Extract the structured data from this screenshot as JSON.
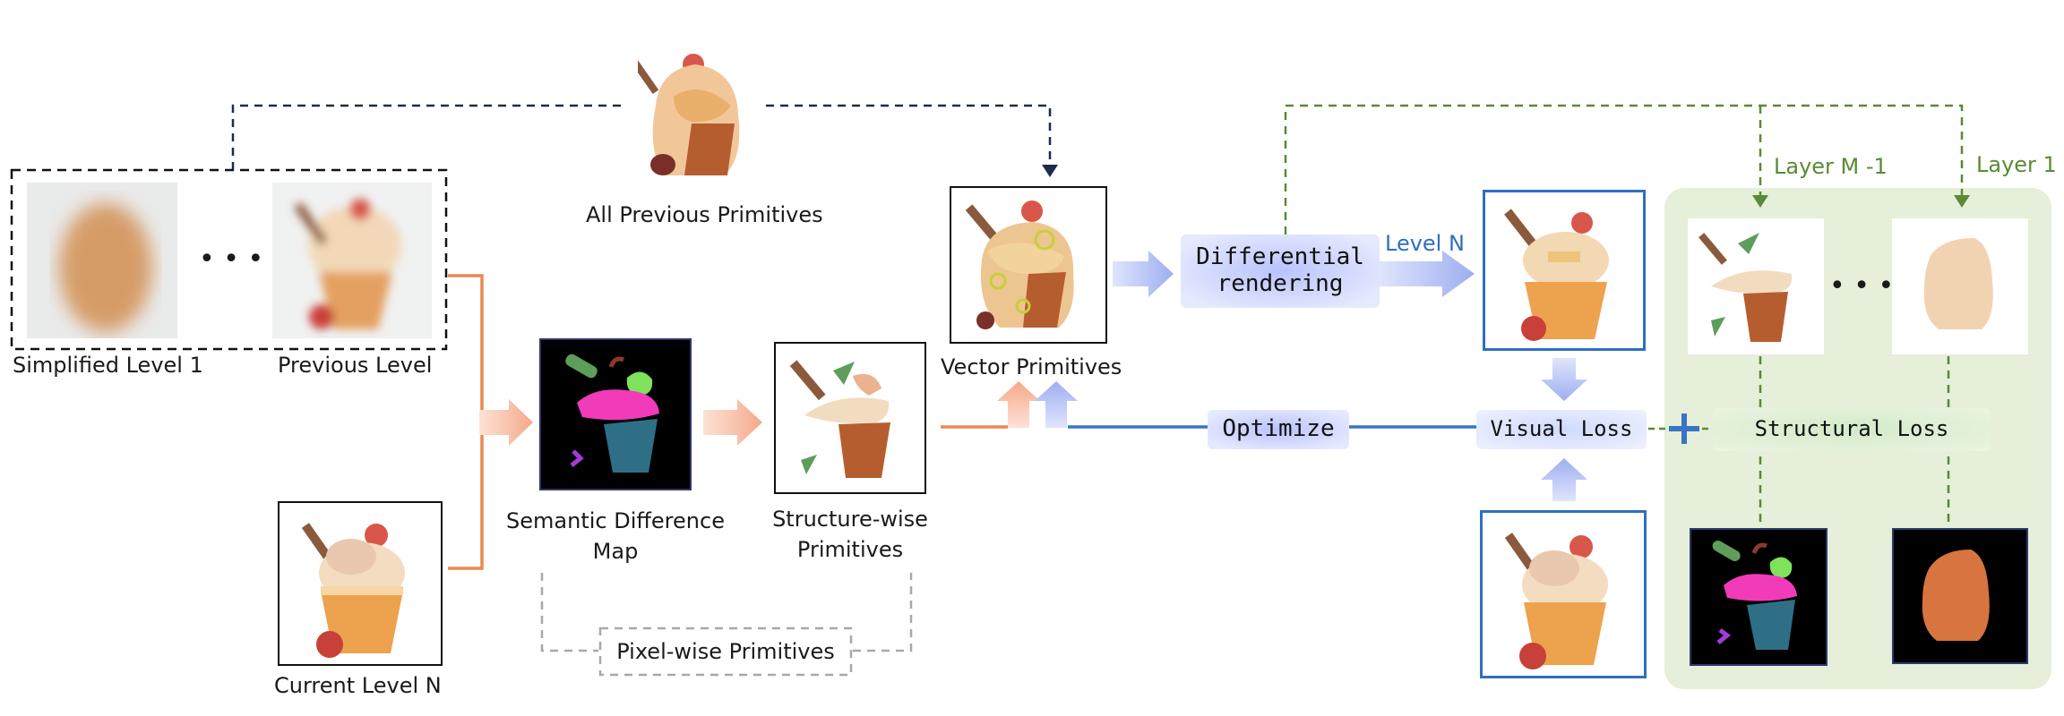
{
  "labels": {
    "simplified_level_1": "Simplified Level 1",
    "previous_level": "Previous Level",
    "current_level_n": "Current Level N",
    "all_previous_primitives": "All Previous Primitives",
    "semantic_difference_map_1": "Semantic Difference",
    "semantic_difference_map_2": "Map",
    "structure_wise_1": "Structure-wise",
    "structure_wise_2": "Primitives",
    "pixel_wise": "Pixel-wise Primitives",
    "vector_primitives": "Vector Primitives",
    "differential_rendering_1": "Differential",
    "differential_rendering_2": "rendering",
    "level_n": "Level N",
    "optimize": "Optimize",
    "visual_loss": "Visual Loss",
    "structural_loss": "Structural Loss",
    "layer_m_1": "Layer M -1",
    "layer_1": "Layer 1",
    "ellipsis": "• • •"
  },
  "colors": {
    "orange_line": "#e88a4e",
    "blue_line": "#3a74c4",
    "navy_dash": "#1d2b4f",
    "green_dash": "#5a8a35",
    "gray_dash": "#a8a8a8",
    "panel_green": "#e5efd9",
    "pill_blue": "#cfd6fb",
    "arrow_blue": "#a9b6f0",
    "arrow_peach": "#f6b8a0",
    "level_n_text": "#2f6fbe",
    "layer_text": "#5a8a35"
  }
}
